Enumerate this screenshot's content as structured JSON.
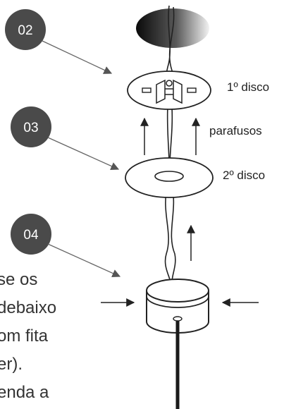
{
  "steps": [
    "02",
    "03",
    "04"
  ],
  "labels": {
    "disc1": "1º disco",
    "screws": "parafusos",
    "disc2": "2º disco"
  },
  "body_text_lines": [
    "se os",
    "debaixo",
    "om fita",
    "er).",
    "enda a"
  ],
  "colors": {
    "badge": "#4a4a4a",
    "stroke": "#222222",
    "cable": "#1a1a1a",
    "pointer": "#666666"
  },
  "icons": [
    "ceiling-canopy",
    "step-badge",
    "pointer-arrow",
    "up-arrow",
    "side-arrow"
  ]
}
